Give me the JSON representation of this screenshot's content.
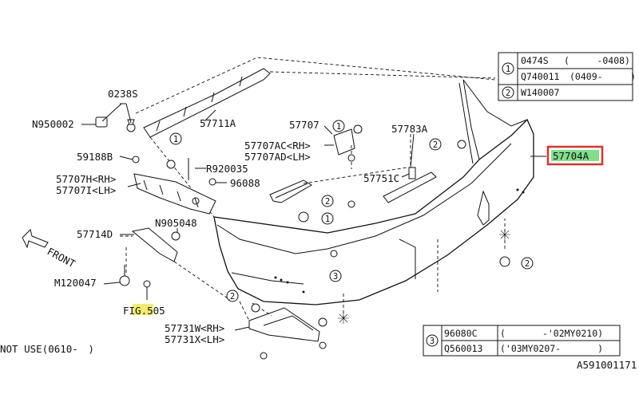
{
  "legend_top": {
    "rows": [
      {
        "num": "1",
        "code": "0474S",
        "range": "(　　　-0408)"
      },
      {
        "num": "",
        "code": "Q740011",
        "range": "(0409-　　　)"
      },
      {
        "num": "2",
        "code": "W140007",
        "range": ""
      }
    ]
  },
  "legend_bottom": {
    "num": "3",
    "rows": [
      {
        "code": "96080C",
        "range": "(　　　　-'02MY0210)"
      },
      {
        "code": "Q560013",
        "range": "('03MY0207-　　　　)"
      }
    ]
  },
  "labels": {
    "p0238S": "0238S",
    "pN950002": "N950002",
    "p59188B": "59188B",
    "p57707H": "57707H<RH>",
    "p57707I": "57707I<LH>",
    "p57711A": "57711A",
    "pR920035": "R920035",
    "p96088": "96088",
    "p57707": "57707",
    "p57707AC": "57707AC<RH>",
    "p57707AD": "57707AD<LH>",
    "p57783A": "57783A",
    "p57751C": "57751C",
    "p57704A": "57704A",
    "pN905048": "N905048",
    "p57714D": "57714D",
    "pM120047": "M120047",
    "fig505": "FIG.505",
    "p57731W": "57731W<RH>",
    "p57731X": "57731X<LH>",
    "front": "FRONT",
    "not_use": "NOT USE(0610-　)",
    "diagram_id": "A591001171"
  },
  "callouts": {
    "one": "1",
    "two": "2",
    "three": "3"
  },
  "colors": {
    "highlight_box": "#e0302a",
    "highlight_fill": "#7ee08a",
    "fig_highlight": "#f3ee6a"
  }
}
